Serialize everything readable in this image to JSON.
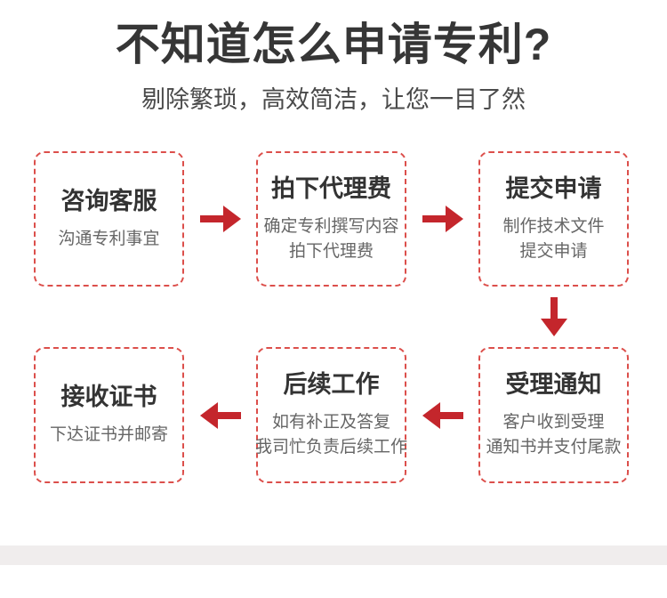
{
  "header": {
    "title": "不知道怎么申请专利?",
    "subtitle": "剔除繁琐，高效简洁，让您一目了然"
  },
  "steps": [
    {
      "title": "咨询客服",
      "lines": [
        "沟通专利事宜"
      ]
    },
    {
      "title": "拍下代理费",
      "lines": [
        "确定专利撰写内容",
        "拍下代理费"
      ]
    },
    {
      "title": "提交申请",
      "lines": [
        "制作技术文件",
        "提交申请"
      ]
    },
    {
      "title": "受理通知",
      "lines": [
        "客户收到受理",
        "通知书并支付尾款"
      ]
    },
    {
      "title": "后续工作",
      "lines": [
        "如有补正及答复",
        "我司忙负责后续工作"
      ]
    },
    {
      "title": "接收证书",
      "lines": [
        "下达证书并邮寄"
      ]
    }
  ],
  "icons": {
    "arrow_right": "→",
    "arrow_left": "←",
    "arrow_down": "↓"
  },
  "colors": {
    "accent_red": "#c4262c",
    "box_border_red": "#dc4f4b",
    "title_text": "#363636",
    "subtitle_text": "#4a4a4a",
    "step_title_text": "#333333",
    "step_line_text": "#666666",
    "bottom_bar_gray": "#f0eded",
    "background": "#ffffff"
  }
}
